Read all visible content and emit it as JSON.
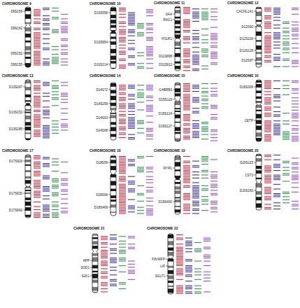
{
  "diagram": {
    "labels": [
      "CHROMOSOME 9",
      "D9S159",
      "D9S162",
      "D9S152",
      "D9S155",
      "CHROMOSOME 10",
      "D10S558",
      "D10S554",
      "D10S214",
      "CHROMOSOME 11",
      "SAA",
      "RAG1",
      "FOLR1",
      "D11S898",
      "D11S912",
      "CHROMOSOME 12",
      "CACNL1A1",
      "D12S90",
      "D12S106",
      "D12S129",
      "D12S97",
      "CHROMOSOME 13",
      "D13S267",
      "D13S152",
      "D13S285",
      "CHROMOSOME 14",
      "D14S72",
      "D14S259",
      "D14S63",
      "D14S68",
      "CHROMOSOME 15",
      "GABRB3",
      "D15S118",
      "D15S124",
      "D15S127",
      "CHROMOSOME 16",
      "D16S306",
      "CETP",
      "CHROMOSOME 17",
      "D17S926",
      "D17S930",
      "D17S942",
      "CHROMOSOME 18",
      "D18S59",
      "D18S66",
      "D18S469",
      "CHROMOSOME 19",
      "RYR1",
      "D19S400",
      "CHROMOSOME 20",
      "D20S115",
      "CST3",
      "D20S183",
      "CHROMOSOME 21",
      "APP",
      "SOD1",
      "S1K1",
      "CHROMOSOME 22",
      "F8VWFP",
      "LIF",
      "SGLT1"
    ]
  }
}
